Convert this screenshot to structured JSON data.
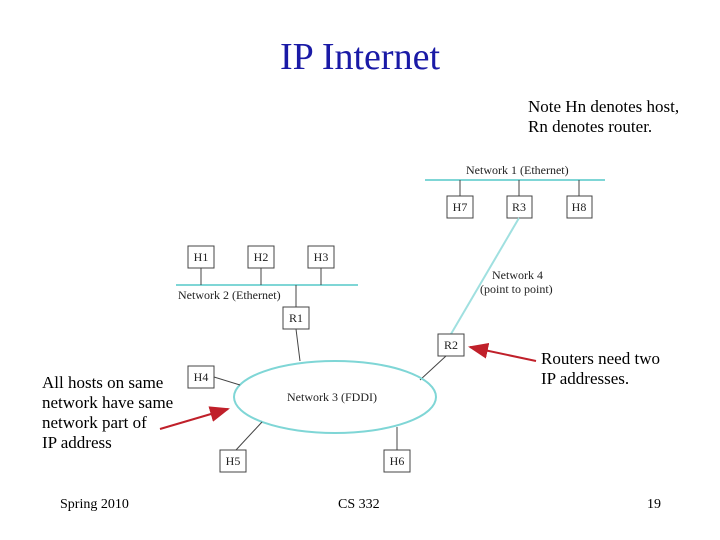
{
  "slide": {
    "title": "IP Internet",
    "note_lines": [
      "Note Hn denotes host,",
      "Rn denotes router."
    ],
    "routers_note_lines": [
      "Routers need two",
      "IP addresses."
    ],
    "hosts_note_lines": [
      "All hosts on same",
      "network have same",
      "network part of",
      "IP address"
    ]
  },
  "diagram": {
    "networks": {
      "net1": "Network 1 (Ethernet)",
      "net2": "Network 2 (Ethernet)",
      "net3": "Network 3 (FDDI)",
      "net4_line1": "Network 4",
      "net4_line2": "(point to point)"
    },
    "nodes": {
      "h1": "H1",
      "h2": "H2",
      "h3": "H3",
      "h4": "H4",
      "h5": "H5",
      "h6": "H6",
      "h7": "H7",
      "h8": "H8",
      "r1": "R1",
      "r2": "R2",
      "r3": "R3"
    },
    "colors": {
      "ethernet_line": "#7fd6d6",
      "link_line": "#a0e0e0",
      "arrow": "#c0202a",
      "title": "#1a1aa6"
    }
  },
  "footer": {
    "left": "Spring 2010",
    "center": "CS 332",
    "page": "19"
  }
}
